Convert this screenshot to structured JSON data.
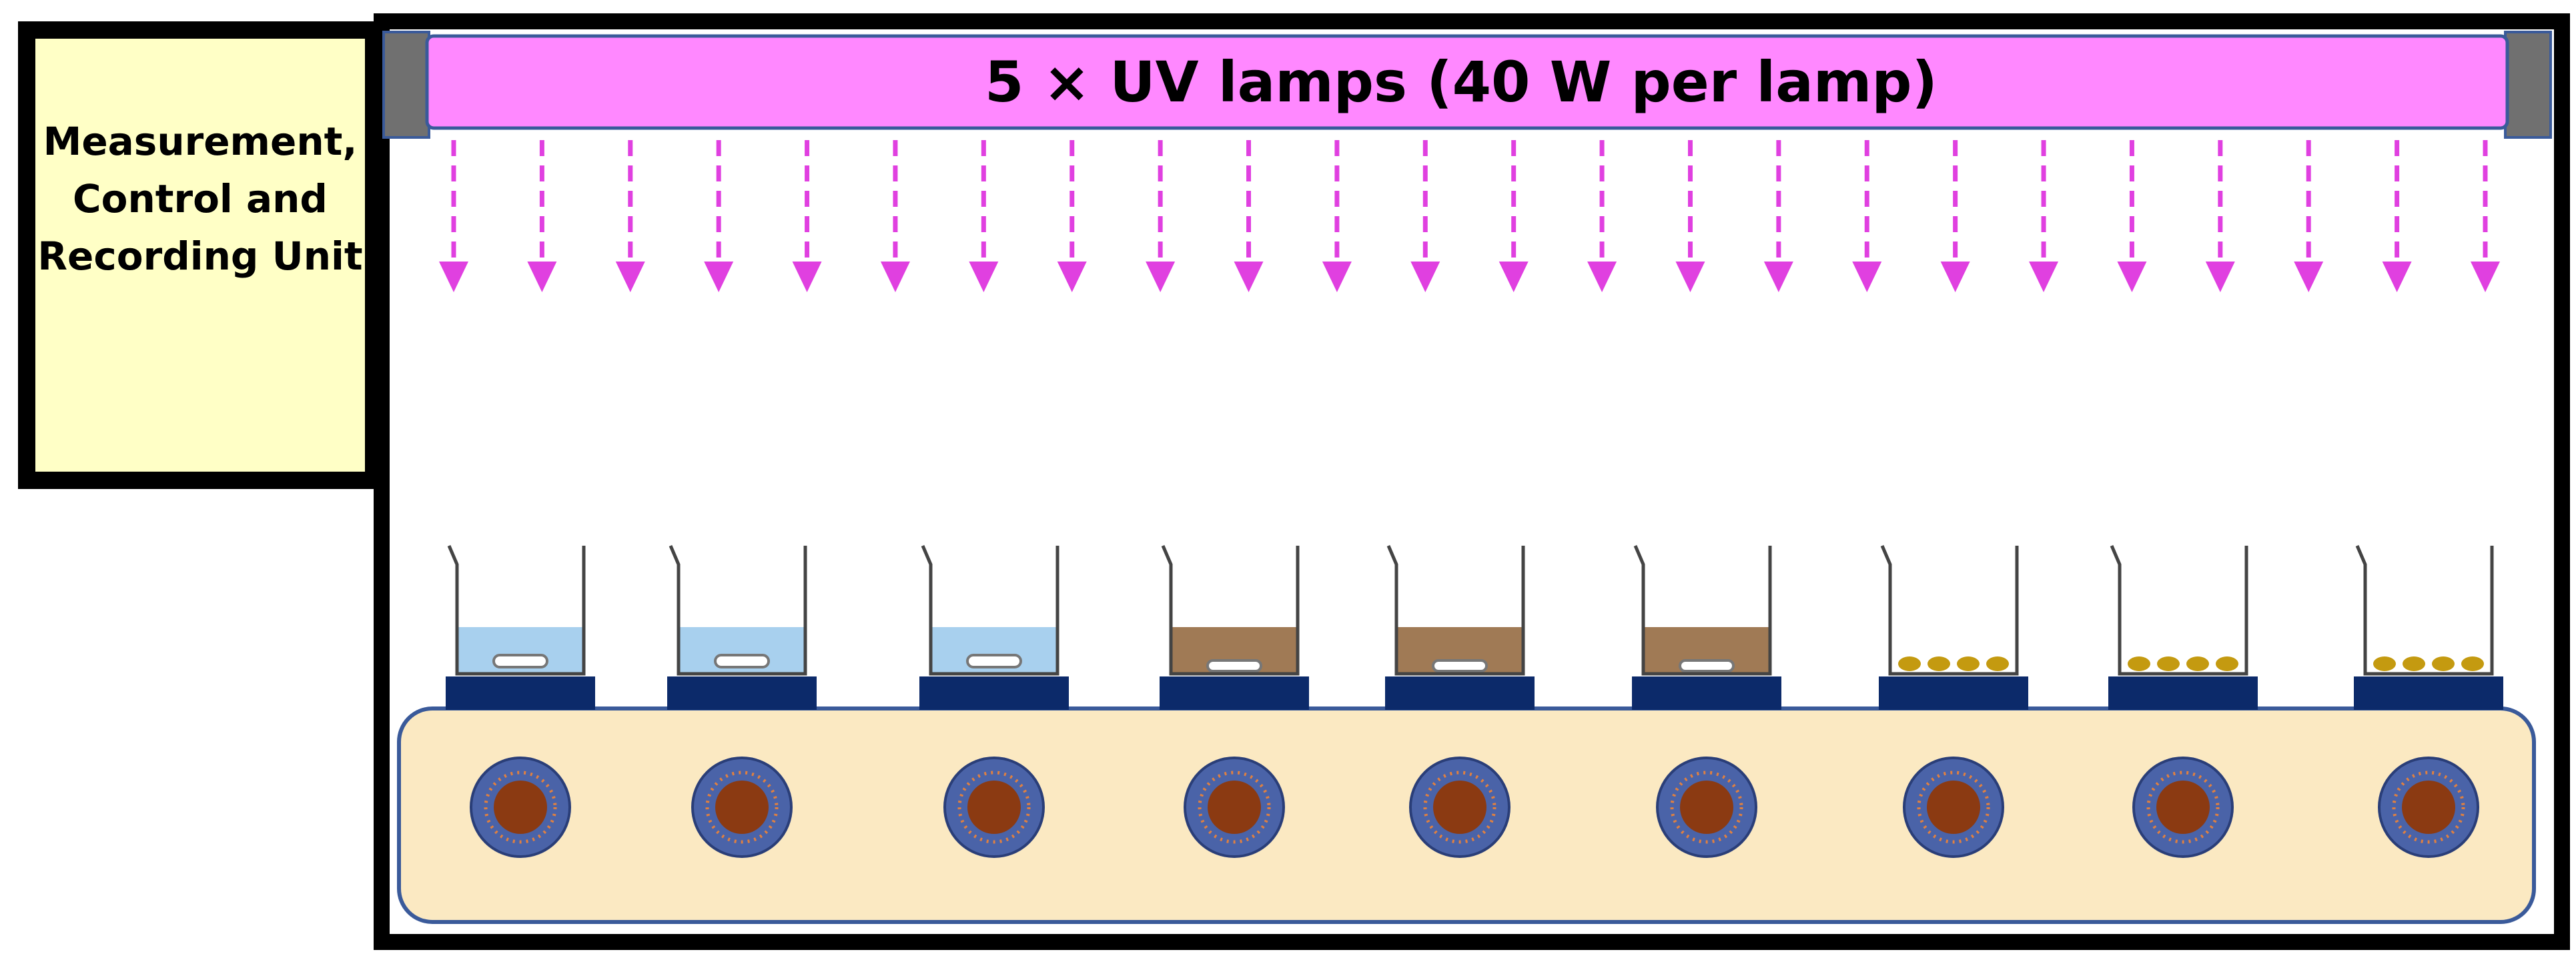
{
  "control_unit": {
    "lines": [
      "Measurement,",
      "Control and",
      "Recording Unit"
    ]
  },
  "uv_lamp": {
    "label": "5 × UV lamps (40 W per lamp)"
  },
  "colors": {
    "frame": "#000000",
    "control_unit_fill": "#ffffc6",
    "lamp_fill": "#ff88ff",
    "lamp_border": "#3a5a9a",
    "lamp_endcap": "#707070",
    "uv_arrow": "#e040e0",
    "water": "#a8d0ee",
    "soil": "#a07a55",
    "seed": "#c49a10",
    "stir_plate": "#0c2a6a",
    "base_fill": "#fbe9c2",
    "base_border": "#3a5a9a",
    "knob_ring": "#4a63a8",
    "knob_center": "#8b3a12",
    "knob_dots": "#e08040"
  },
  "uv_arrow_count": 24,
  "beakers": [
    {
      "content": "water"
    },
    {
      "content": "water"
    },
    {
      "content": "water"
    },
    {
      "content": "soil"
    },
    {
      "content": "soil"
    },
    {
      "content": "soil"
    },
    {
      "content": "seeds"
    },
    {
      "content": "seeds"
    },
    {
      "content": "seeds"
    }
  ]
}
